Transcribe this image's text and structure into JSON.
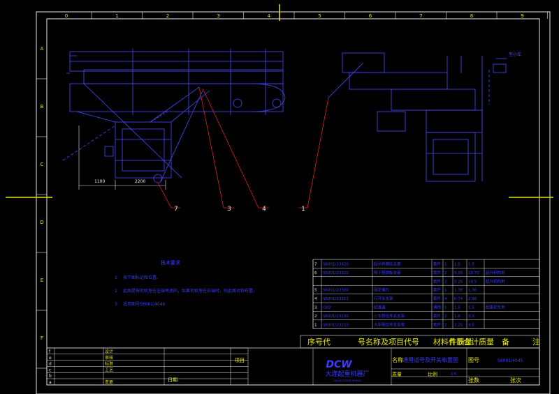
{
  "colors": {
    "background": "#000000",
    "frame": "#e8e8e8",
    "drawing": "#4a4aff",
    "text_blue": "#3c3cff",
    "yellow": "#e8e800",
    "red": "#ff2020",
    "cyan": "#20c0c0"
  },
  "grid": {
    "columns": [
      "0",
      "1",
      "2",
      "3",
      "4",
      "5",
      "6",
      "7",
      "8",
      "9"
    ],
    "rows": [
      "A",
      "B",
      "C",
      "D",
      "E",
      "F"
    ]
  },
  "dimensions": [
    "1100",
    "2200"
  ],
  "callouts": [
    "7",
    "3",
    "4",
    "1"
  ],
  "annotation_right": "至小车",
  "notes": {
    "title": "技术要求",
    "items": [
      {
        "num": "1",
        "text": "按下图标记和位置。"
      },
      {
        "num": "2",
        "text": "此图是按司机室在左端考虑的，如果司机室在右端时，则此图对称布置。"
      },
      {
        "num": "3",
        "text": "适用图号S6001/4046"
      }
    ]
  },
  "parts": [
    {
      "seq": "7",
      "code": "S6001/23420",
      "name": "起吊桥钢丝支架",
      "unit": "套件",
      "qty": "1",
      "w1": "1.5",
      "w2": "1.5",
      "note": ""
    },
    {
      "seq": "6",
      "code": "S6001/23321",
      "name": "限下限钢板支架",
      "unit": "套件",
      "qty": "2",
      "w1": "5.35",
      "w2": "10.70",
      "note": "起升机构用"
    },
    {
      "seq": "",
      "code": "",
      "name": "",
      "unit": "套件",
      "qty": "2",
      "w1": "5.25",
      "w2": "10.5",
      "note": "起升机构用"
    },
    {
      "seq": "5",
      "code": "S6001/23300",
      "name": "固定撞尺",
      "unit": "套件",
      "qty": "1",
      "w1": "1.36",
      "w2": "1.36",
      "note": ""
    },
    {
      "seq": "4",
      "code": "S6001/23311",
      "name": "行开关支架",
      "unit": "套件",
      "qty": "4",
      "w1": "0.74",
      "w2": "2.96",
      "note": ""
    },
    {
      "seq": "3",
      "code": "OX3",
      "name": "起落器",
      "unit": "通用",
      "qty": "1",
      "w1": "1.5",
      "w2": "1.5",
      "note": "起重机专用"
    },
    {
      "seq": "2",
      "code": "S6001/23230",
      "name": "小车限位开关支架",
      "unit": "套件",
      "qty": "2",
      "w1": "1.6",
      "w2": "3.2",
      "note": ""
    },
    {
      "seq": "1",
      "code": "S6001/23210",
      "name": "大车限位开关支架",
      "unit": "套件",
      "qty": "2",
      "w1": "2.25",
      "w2": "4.5",
      "note": ""
    }
  ],
  "header_row": [
    "序号代",
    "号名称及项目代号",
    "材料件数",
    "件质量",
    "合计质量",
    "备",
    "注"
  ],
  "title_block": {
    "rev_rows": [
      "f",
      "e",
      "d",
      "c",
      "b",
      "a"
    ],
    "rev_labels": [
      "设计",
      "审核",
      "标准",
      "工艺",
      "",
      "变更"
    ],
    "item_label": "项目",
    "date_label": "日期",
    "logo": "DCW",
    "company": "大连起重机器厂",
    "company_en": "DALIAN CRANE WORKS",
    "name_label": "名称",
    "drawing_name": "通用适号及开关布置图",
    "drawing_no_label": "图号",
    "drawing_no": "S6001/4045",
    "weight_label": "质量",
    "scale_label": "比例",
    "scale_value": "1:5",
    "sheets_label": "张数",
    "sheet_label": "张次"
  }
}
